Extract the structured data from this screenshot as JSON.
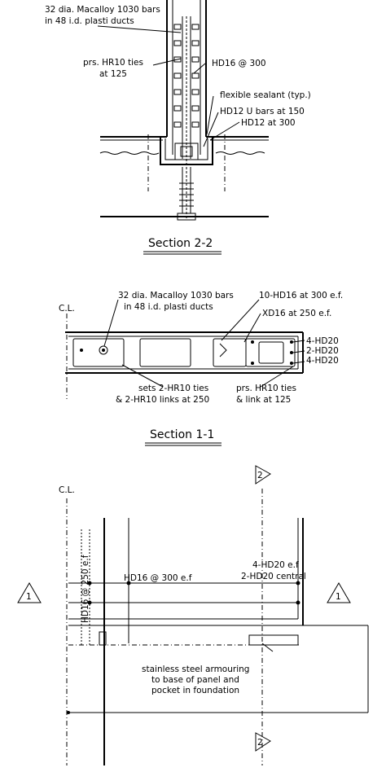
{
  "section22": {
    "title": "Section 2-2",
    "labels": {
      "bars_l1": "32 dia. Macalloy 1030 bars",
      "bars_l2": "in 48 i.d. plasti ducts",
      "ties_l1": "prs. HR10 ties",
      "ties_l2": "at 125",
      "hd16": "HD16 @ 300",
      "sealant": "flexible sealant (typ.)",
      "ubars": "HD12 U bars at 150",
      "hd12": "HD12 at 300"
    }
  },
  "section11": {
    "title": "Section 1-1",
    "labels": {
      "cl": "C.L.",
      "bars_l1": "32 dia. Macalloy 1030 bars",
      "bars_l2": "in 48 i.d. plasti ducts",
      "hd16ef": "10-HD16 at 300 e.f.",
      "xd16": "XD16 at 250 e.f.",
      "hd20a": "4-HD20",
      "hd20b": "2-HD20",
      "hd20c": "4-HD20",
      "sets_l1": "sets 2-HR10 ties",
      "sets_l2": "& 2-HR10 links at 250",
      "prs_l1": "prs. HR10 ties",
      "prs_l2": "& link at 125"
    }
  },
  "elevation": {
    "labels": {
      "cl": "C.L.",
      "hd16h": "HD16 @ 300 e.f",
      "hd16v": "HD16 @ 250 e.f",
      "hd20ef": "4-HD20 e.f",
      "hd20central": "2-HD20 central",
      "arm_l1": "stainless steel armouring",
      "arm_l2": "to base of panel and",
      "arm_l3": "pocket in foundation",
      "sec1_mark": "1",
      "sec2_mark": "2"
    }
  }
}
